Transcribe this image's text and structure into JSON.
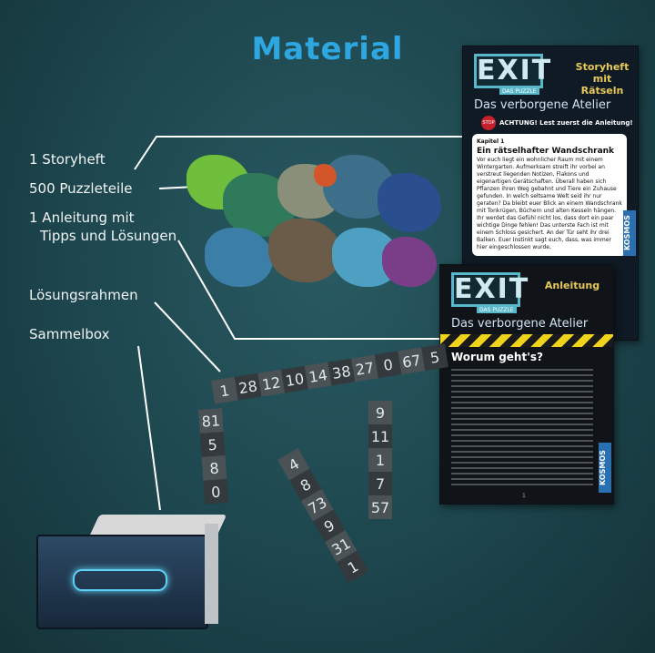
{
  "title": "Material",
  "labels": [
    "1 Storyheft",
    "500 Puzzleteile",
    "1 Anleitung mit",
    "Tipps und Lösungen",
    "Lösungsrahmen",
    "Sammelbox"
  ],
  "storyheft": {
    "logo": "EXIT",
    "logo_sub": "DAS PUZZLE",
    "subtitle": "Das verborgene Atelier",
    "kind_line1": "Storyheft",
    "kind_line2": "mit Rätseln",
    "stop": "STOP",
    "warning": "ACHTUNG! Lest zuerst die Anleitung!",
    "chapter": "Kapitel 1",
    "heading": "Ein rätselhafter Wandschrank",
    "text": "Vor euch liegt ein wohnlicher Raum mit einem Wintergarten. Aufmerksam streift ihr vorbei an verstreut liegenden Notizen, Flakons und eigenartigen Gerätschaften. Überall haben sich Pflanzen ihren Weg gebahnt und Tiere ein Zuhause gefunden. In welch seltsame Welt seid ihr nur geraten? Da bleibt euer Blick an einem Wandschrank mit Tonkrügen, Büchern und alten Kesseln hängen. Ihr werdet das Gefühl nicht los, dass dort ein paar wichtige Dinge fehlen! Das unterste Fach ist mit einem Schloss gesichert. An der Tür seht ihr drei Balken. Euer Instinkt sagt euch, dass, was immer hier eingeschlossen wurde,",
    "brand": "KOSMOS"
  },
  "anleitung": {
    "logo": "EXIT",
    "logo_sub": "DAS PUZZLE",
    "subtitle": "Das verborgene Atelier",
    "kind": "Anleitung",
    "heading": "Worum geht's?",
    "brand": "KOSMOS",
    "page": "1"
  },
  "strips": {
    "horizontal": [
      "1",
      "28",
      "12",
      "10",
      "14",
      "38",
      "27",
      "0",
      "67",
      "5"
    ],
    "left": [
      "81",
      "5",
      "8",
      "0"
    ],
    "middle": [
      "9",
      "11",
      "1",
      "7",
      "57"
    ],
    "diagonal": [
      "4",
      "8",
      "73",
      "9",
      "31",
      "1"
    ]
  },
  "colors": {
    "title": "#2ea6df",
    "background": "#1d464e",
    "kind": "#e7c95a",
    "brand": "#2a6fb0"
  }
}
